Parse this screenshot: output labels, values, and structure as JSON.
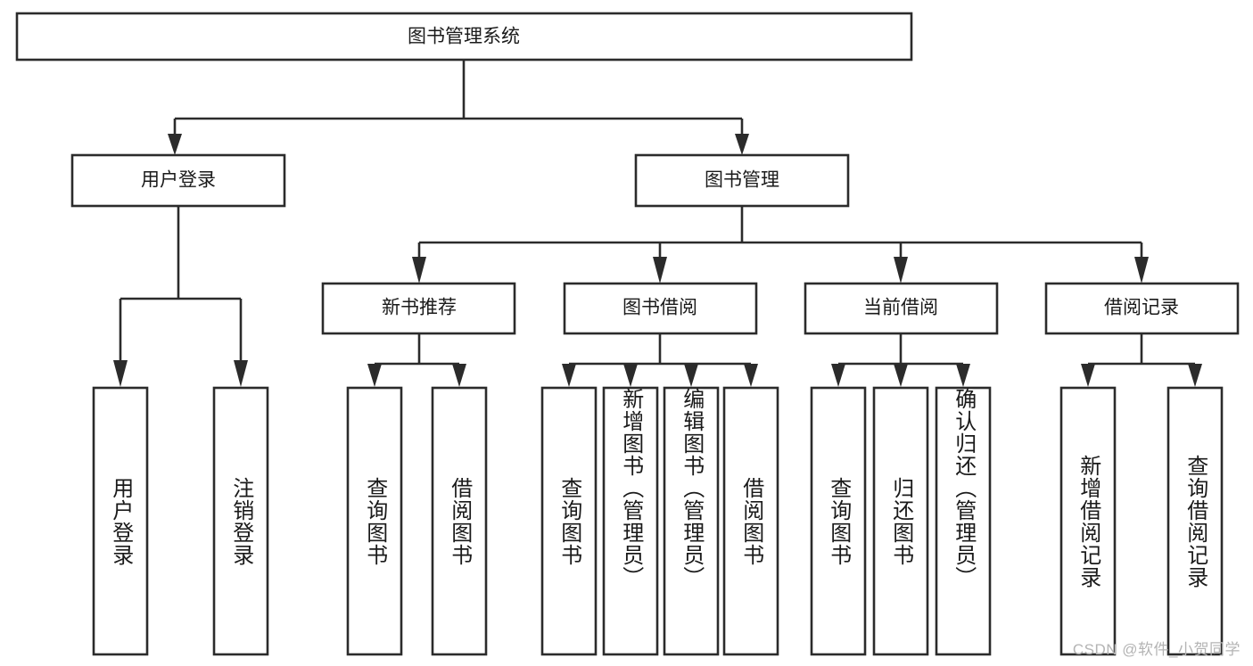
{
  "diagram": {
    "type": "tree-hierarchy-chart",
    "title_text": "图书管理系统",
    "stroke_color": "#2b2b2b",
    "fill_color": "#ffffff",
    "background_color": "#ffffff",
    "root": {
      "label": "图书管理系统"
    },
    "level2": [
      {
        "label": "用户登录"
      },
      {
        "label": "图书管理"
      }
    ],
    "level3": [
      {
        "label": "新书推荐"
      },
      {
        "label": "图书借阅"
      },
      {
        "label": "当前借阅"
      },
      {
        "label": "借阅记录"
      }
    ],
    "leaves": [
      {
        "label": "用户登录",
        "parent": "用户登录"
      },
      {
        "label": "注销登录",
        "parent": "用户登录"
      },
      {
        "label": "查询图书",
        "parent": "新书推荐"
      },
      {
        "label": "借阅图书",
        "parent": "新书推荐"
      },
      {
        "label": "查询图书",
        "parent": "图书借阅"
      },
      {
        "label": "新增图书（管理员）",
        "parent": "图书借阅"
      },
      {
        "label": "编辑图书（管理员）",
        "parent": "图书借阅"
      },
      {
        "label": "借阅图书",
        "parent": "图书借阅"
      },
      {
        "label": "查询图书",
        "parent": "当前借阅"
      },
      {
        "label": "归还图书",
        "parent": "当前借阅"
      },
      {
        "label": "确认归还（管理员）",
        "parent": "当前借阅"
      },
      {
        "label": "新增借阅记录",
        "parent": "借阅记录"
      },
      {
        "label": "查询借阅记录",
        "parent": "借阅记录"
      }
    ]
  },
  "watermark": {
    "text": "CSDN @软件_小贺同学"
  }
}
